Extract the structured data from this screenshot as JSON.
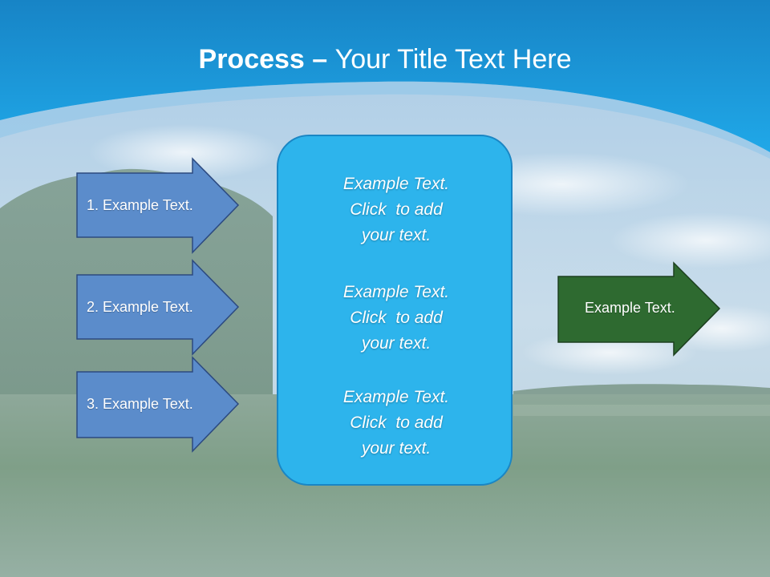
{
  "title": {
    "bold": "Process",
    "dash": " – ",
    "rest": "Your Title Text Here"
  },
  "inputs": [
    {
      "label": "1. Example Text."
    },
    {
      "label": "2. Example Text."
    },
    {
      "label": "3. Example Text."
    }
  ],
  "center_box": {
    "blocks": [
      {
        "line1": "Example Text.",
        "line2": "Click  to add",
        "line3": "your text."
      },
      {
        "line1": "Example Text.",
        "line2": "Click  to add",
        "line3": "your text."
      },
      {
        "line1": "Example Text.",
        "line2": "Click  to add",
        "line3": "your text."
      }
    ]
  },
  "output": {
    "label": "Example Text."
  },
  "colors": {
    "header_blue": "#1a9ad8",
    "input_arrow_fill": "#5b8ccb",
    "input_arrow_stroke": "#2c4a80",
    "center_box_fill": "#2db4ec",
    "output_arrow_fill": "#2e6a30",
    "output_arrow_stroke": "#1d3f1f"
  }
}
